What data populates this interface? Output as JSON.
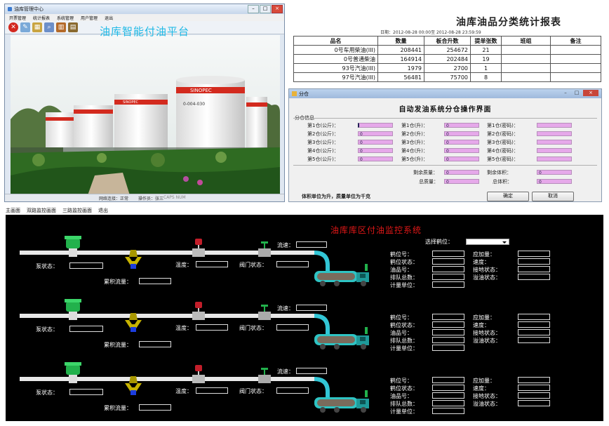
{
  "win1": {
    "title": "油库管理中心",
    "menu": [
      "开票管理",
      "统计报表",
      "系统管理",
      "用户管理",
      "退出"
    ],
    "photo_title": "油库智能付油平台",
    "tank_brand": "SINOPEC",
    "tank_code": "0-004-030",
    "status": [
      "网络连接：正常",
      "操作员：张三",
      "CAPS NUM"
    ]
  },
  "report": {
    "title": "油库油品分类统计报表",
    "date": "日期：2012-08-28 00:00至 2012-08-28 23:59:59",
    "columns": [
      "品名",
      "数量",
      "板合升数",
      "提单张数",
      "班组",
      "备注"
    ],
    "rows": [
      [
        "0号车用柴油(III)",
        "208441",
        "254672",
        "21",
        "",
        ""
      ],
      [
        "0号普通柴油",
        "164914",
        "202484",
        "19",
        "",
        ""
      ],
      [
        "93号汽油(III)",
        "1979",
        "2700",
        "1",
        "",
        ""
      ],
      [
        "97号汽油(III)",
        "56481",
        "75700",
        "8",
        "",
        ""
      ]
    ]
  },
  "dialog": {
    "title_bar": "分仓",
    "title": "自动发油系统分仓操作界面",
    "group_label": "分仓信息",
    "col1": [
      "第1仓(公斤)：",
      "第2仓(公斤)：",
      "第3仓(公斤)：",
      "第4仓(公斤)：",
      "第5仓(公斤)："
    ],
    "col2": [
      "第1仓(升)：",
      "第2仓(升)：",
      "第3仓(升)：",
      "第4仓(升)：",
      "第5仓(升)："
    ],
    "col3": [
      "第1仓(密码)：",
      "第2仓(密码)：",
      "第3仓(密码)：",
      "第4仓(密码)：",
      "第5仓(密码)："
    ],
    "zero": "0",
    "remain_weight": "剩余质量：",
    "total_weight": "总质量：",
    "remain_volume": "剩余体积：",
    "total_volume": "总体积：",
    "unit_note": "体积单位为升，质量单位为千克",
    "ok": "确定",
    "cancel": "取消"
  },
  "monitor": {
    "menu": [
      "主画面",
      "双路监控画面",
      "三路监控画面",
      "退出"
    ],
    "title": "油库库区付油监控系统",
    "select_crane": "选择鹤位：",
    "labels": {
      "pump": "泵状态：",
      "flow_total": "累积流量：",
      "temp": "温度：",
      "valve": "阀门状态：",
      "speed": "流速：",
      "crane_no": "鹤位号：",
      "crane_state": "鹤位状态：",
      "oil_no": "油品号：",
      "queue": "排队总数：",
      "unit": "计量单位：",
      "load_amount": "应加量：",
      "rate": "速度：",
      "ground": "接地状态：",
      "overflow": "溢油状态："
    }
  }
}
